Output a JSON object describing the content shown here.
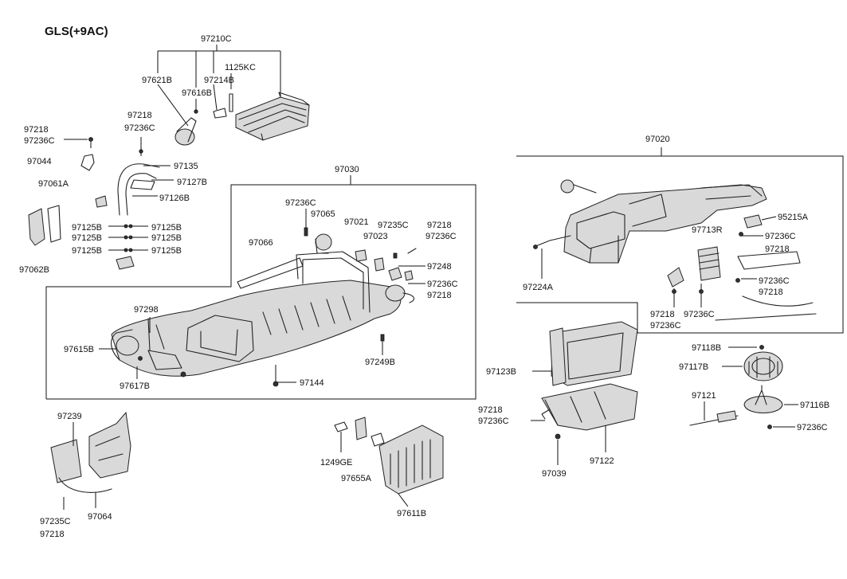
{
  "title": "GLS(+9AC)",
  "labels": {
    "l97210C": "97210C",
    "l1125KC": "1125KC",
    "l97621B": "97621B",
    "l97214B": "97214B",
    "l97616B": "97616B",
    "l97218_a": "97218",
    "l97236C_a": "97236C",
    "l97218_b": "97218",
    "l97236C_b": "97236C",
    "l97044": "97044",
    "l97135": "97135",
    "l97127B": "97127B",
    "l97061A": "97061A",
    "l97126B": "97126B",
    "l97125B_1": "97125B",
    "l97125B_2": "97125B",
    "l97125B_3": "97125B",
    "l97125B_4": "97125B",
    "l97125B_5": "97125B",
    "l97125B_6": "97125B",
    "l97062B": "97062B",
    "l97030": "97030",
    "l97236C_c": "97236C",
    "l97065": "97065",
    "l97021": "97021",
    "l97235C_a": "97235C",
    "l97218_c": "97218",
    "l97023": "97023",
    "l97236C_d": "97236C",
    "l97066": "97066",
    "l97248": "97248",
    "l97236C_e": "97236C",
    "l97218_d": "97218",
    "l97298": "97298",
    "l97615B": "97615B",
    "l97249B": "97249B",
    "l97617B": "97617B",
    "l97144": "97144",
    "l97020": "97020",
    "l95215A": "95215A",
    "l97713R": "97713R",
    "l97236C_f": "97236C",
    "l97218_e": "97218",
    "l97224A": "97224A",
    "l97236C_g": "97236C",
    "l97218_f": "97218",
    "l97218_g": "97218",
    "l97236C_h": "97236C",
    "l97236C_i": "97236C",
    "l97123B": "97123B",
    "l97118B": "97118B",
    "l97117B": "97117B",
    "l97121": "97121",
    "l97116B": "97116B",
    "l97236C_j": "97236C",
    "l97218_h": "97218",
    "l97236C_k": "97236C",
    "l97039": "97039",
    "l97122": "97122",
    "l97239": "97239",
    "l1249GE": "1249GE",
    "l97655A": "97655A",
    "l97611B": "97611B",
    "l97235C_b": "97235C",
    "l97064": "97064",
    "l97218_i": "97218"
  }
}
